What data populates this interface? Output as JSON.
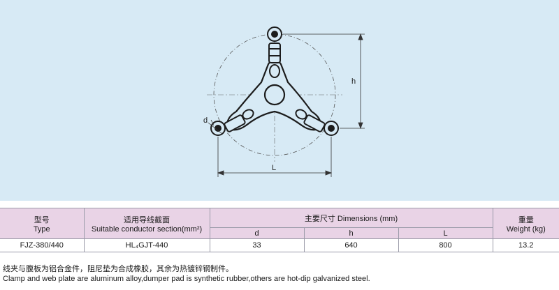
{
  "drawing": {
    "label_h": "h",
    "label_l": "L",
    "label_d": "d"
  },
  "table": {
    "col_type_cn": "型号",
    "col_type_en": "Type",
    "col_section_cn": "适用导线截面",
    "col_section_en": "Suitable conductor section(mm²)",
    "col_dim_header": "主要尺寸 Dimensions (mm)",
    "col_weight_cn": "重量",
    "col_weight_en": "Weight (kg)",
    "sub_d": "d",
    "sub_h": "h",
    "sub_l": "L",
    "row": {
      "type": "FJZ-380/440",
      "section": "HL₄GJT-440",
      "d": "33",
      "h": "640",
      "l": "800",
      "weight": "13.2"
    }
  },
  "notes": {
    "cn": "线夹与腹板为铝合金件，阻尼垫为合成橡胶，其余为热镀锌钢制件。",
    "en": "Clamp and web plate are aluminum alloy,dumper pad is synthetic rubber,others are hot-dip galvanized steel."
  },
  "colors": {
    "panel_bg": "#d7eaf5",
    "header_bg": "#e9d3e6",
    "line": "#222222"
  }
}
